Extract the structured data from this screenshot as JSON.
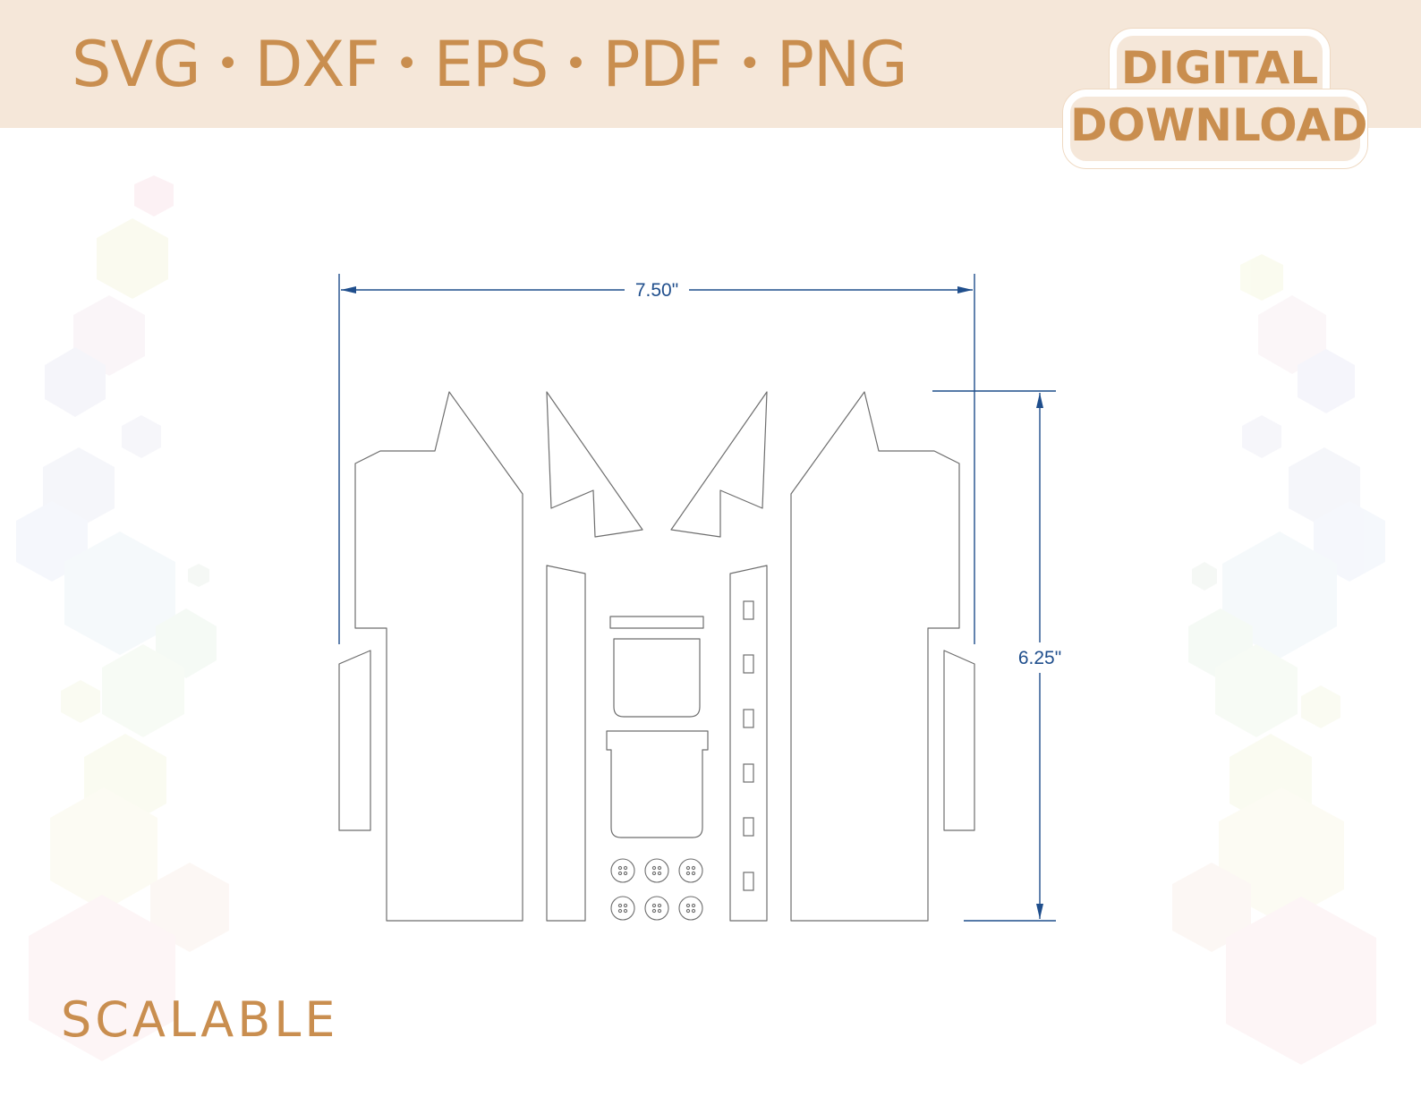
{
  "header": {
    "formats": [
      "SVG",
      "DXF",
      "EPS",
      "PDF",
      "PNG"
    ],
    "separator": "•",
    "badge": {
      "line1": "DIGITAL",
      "line2": "DOWNLOAD"
    }
  },
  "footer": {
    "label": "SCALABLE"
  },
  "dimensions": {
    "width_label": "7.50\"",
    "height_label": "6.25\""
  },
  "colors": {
    "accent": "#c98e4f",
    "band": "#f5e7d9",
    "dimension_line": "#1f4e8c",
    "outline": "#6e6e6e"
  }
}
